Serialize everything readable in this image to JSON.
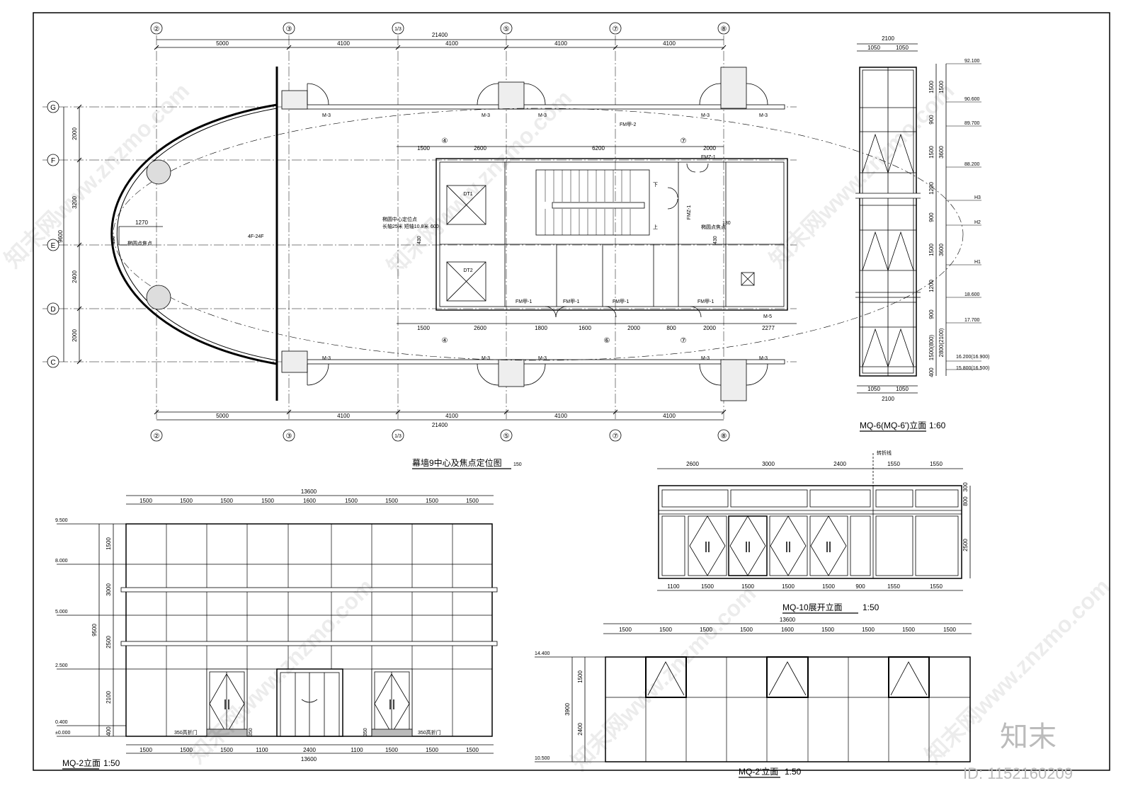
{
  "plan": {
    "title": "幕墙9中心及焦点定位图",
    "scale": "150",
    "grid_top": [
      "②",
      "③",
      "1/3",
      "⑤",
      "⑦",
      "⑧"
    ],
    "grid_left": [
      "G",
      "F",
      "E",
      "D",
      "C"
    ],
    "top_total": "21400",
    "top_dims": [
      "5000",
      "4100",
      "4100",
      "4100",
      "4100"
    ],
    "bottom_total": "21400",
    "bottom_dims": [
      "5000",
      "4100",
      "4100",
      "4100",
      "4100"
    ],
    "left_total": "9600",
    "left_dims": [
      "2000",
      "3200",
      "2400",
      "2000"
    ],
    "inner_top_grid": [
      "④",
      "⑦"
    ],
    "inner_top_dims": [
      "1500",
      "2600",
      "6200",
      "2000"
    ],
    "inner_bottom_grid": [
      "④",
      "⑥",
      "⑦"
    ],
    "inner_bottom_dims": [
      "1500",
      "2600",
      "1800",
      "1600",
      "2000",
      "800",
      "2000",
      "2277"
    ],
    "door_labels": [
      "M-3",
      "M-3",
      "M-3",
      "M-3",
      "M-3"
    ],
    "door_labels_bottom": [
      "M-3",
      "M-3",
      "M-3",
      "M-3",
      "M-3"
    ],
    "fm_top": "FM甲-2",
    "fm_c1": "FMZ-1",
    "fm_side": "FMZ-1",
    "elev1": "DT1",
    "elev2": "DT2",
    "fm_row": [
      "FM甲-1",
      "FM甲-1",
      "FM甲-1",
      "FM甲-1"
    ],
    "m5": "M-5",
    "floor_tag": "4F-24F",
    "dim_1270": "1270",
    "dim_430a": "430",
    "dim_430b": "430",
    "dim_430c": "430",
    "dim_600": "600",
    "dim_130": "130",
    "note_focus": "椭圆点焦点",
    "note_center_a": "椭圆中心定位点",
    "note_center_b": "长轴25米 短轴10.8米",
    "note_focus2": "椭圆点焦点",
    "stair_down": "下",
    "stair_up": "上"
  },
  "mq6": {
    "title": "MQ-6(MQ-6')立面",
    "scale": "1:60",
    "top_total": "2100",
    "top_dims": [
      "1050",
      "1050"
    ],
    "bottom_total": "2100",
    "bottom_dims": [
      "1050",
      "1050"
    ],
    "left_dims": [
      "1500",
      "900",
      "1500",
      "1200",
      "900",
      "1500",
      "1200",
      "900",
      "1500(800)",
      "400"
    ],
    "right_dims": [
      "1500",
      "3600",
      "3600",
      "2800(2100)"
    ],
    "levels": [
      "92.100",
      "90.600",
      "89.700",
      "88.200",
      "H3",
      "H2",
      "H1",
      "18.600",
      "17.700",
      "16.200(16.900)",
      "15.800(16.500)"
    ]
  },
  "mq10": {
    "title": "MQ-10展开立面",
    "scale": "1:50",
    "top_dims": [
      "2600",
      "3000",
      "2400",
      "1550",
      "1550"
    ],
    "bottom_dims": [
      "1100",
      "1500",
      "1500",
      "1500",
      "1500",
      "900",
      "1550",
      "1550"
    ],
    "right_dims": [
      "300",
      "800",
      "2500"
    ],
    "note": "转折线"
  },
  "mq2": {
    "title": "MQ-2立面",
    "scale": "1:50",
    "top_total": "13600",
    "top_dims": [
      "1500",
      "1500",
      "1500",
      "1500",
      "1600",
      "1500",
      "1500",
      "1500",
      "1500"
    ],
    "bottom_total": "13600",
    "bottom_dims": [
      "1500",
      "1500",
      "1500",
      "1100",
      "2400",
      "1100",
      "1500",
      "1500",
      "1500"
    ],
    "left_total": "9500",
    "left_dims": [
      "1500",
      "3000",
      "2500",
      "2100",
      "400"
    ],
    "levels": [
      "9.500",
      "8.000",
      "5.000",
      "2.500",
      "0.400",
      "±0.000"
    ],
    "door_notes": [
      "350高折门",
      "350高折门"
    ],
    "d350a": "350",
    "d350b": "350"
  },
  "mq2p": {
    "title": "MQ-2'立面",
    "scale": "1:50",
    "top_total": "13600",
    "top_dims": [
      "1500",
      "1500",
      "1500",
      "1500",
      "1600",
      "1500",
      "1500",
      "1500",
      "1500"
    ],
    "left_total": "3900",
    "left_dims": [
      "1500",
      "2400"
    ],
    "levels": [
      "14.400",
      "10.500"
    ]
  },
  "watermark": {
    "site": "知末网www.znzmo.com",
    "brand": "知末",
    "id": "ID: 1152160209"
  }
}
